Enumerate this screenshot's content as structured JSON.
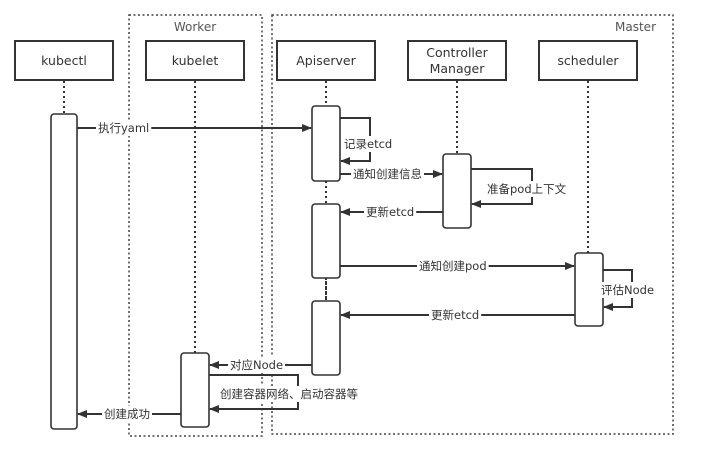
{
  "groups": {
    "worker": "Worker",
    "master": "Master"
  },
  "participants": [
    {
      "id": "kubectl",
      "label": "kubectl"
    },
    {
      "id": "kubelet",
      "label": "kubelet"
    },
    {
      "id": "apiserver",
      "label": "Apiserver"
    },
    {
      "id": "controller",
      "label_line1": "Controller",
      "label_line2": "Manager"
    },
    {
      "id": "scheduler",
      "label": "scheduler"
    }
  ],
  "messages": [
    {
      "from": "kubectl",
      "to": "apiserver",
      "label": "执行yaml"
    },
    {
      "from": "apiserver",
      "to": "apiserver",
      "label": "记录etcd"
    },
    {
      "from": "apiserver",
      "to": "controller",
      "label": "通知创建信息"
    },
    {
      "from": "controller",
      "to": "controller",
      "label": "准备pod上下文"
    },
    {
      "from": "controller",
      "to": "apiserver",
      "label": "更新etcd"
    },
    {
      "from": "apiserver",
      "to": "scheduler",
      "label": "通知创建pod"
    },
    {
      "from": "scheduler",
      "to": "scheduler",
      "label": "评估Node"
    },
    {
      "from": "scheduler",
      "to": "apiserver",
      "label": "更新etcd"
    },
    {
      "from": "apiserver",
      "to": "kubelet",
      "label": "对应Node"
    },
    {
      "from": "kubelet",
      "to": "kubelet",
      "label": "创建容器网络、启动容器等"
    },
    {
      "from": "kubelet",
      "to": "kubectl",
      "label": "创建成功"
    }
  ]
}
